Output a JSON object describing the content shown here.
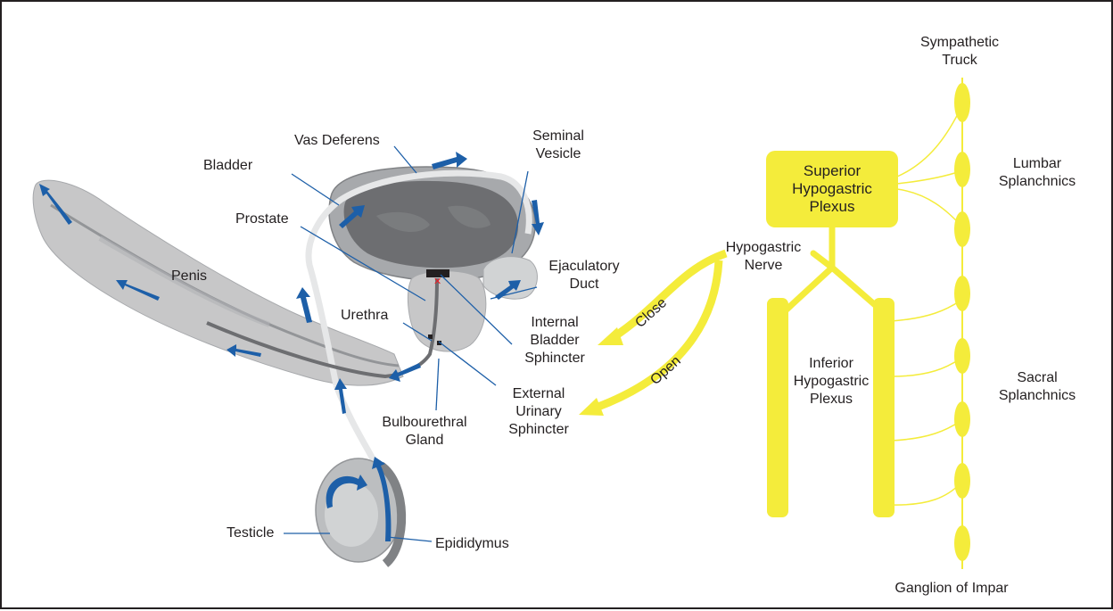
{
  "colors": {
    "accent_yellow": "#f4ec3b",
    "flow_blue": "#1d5fa8",
    "tissue_gray": "#c7c7c8",
    "dark_gray": "#6d6e71"
  },
  "anatomy": {
    "vas_deferens": "Vas Deferens",
    "bladder": "Bladder",
    "seminal_vesicle": [
      "Seminal",
      "Vesicle"
    ],
    "prostate": "Prostate",
    "ejaculatory_duct": [
      "Ejaculatory",
      "Duct"
    ],
    "penis": "Penis",
    "urethra": "Urethra",
    "internal_bladder_sphincter": [
      "Internal",
      "Bladder",
      "Sphincter"
    ],
    "external_urinary_sphincter": [
      "External",
      "Urinary",
      "Sphincter"
    ],
    "bulbourethral_gland": [
      "Bulbourethral",
      "Gland"
    ],
    "testicle": "Testicle",
    "epididymus": "Epididymus"
  },
  "nervous": {
    "sympathetic_truck": [
      "Sympathetic",
      "Truck"
    ],
    "lumbar_splanchnics": [
      "Lumbar",
      "Splanchnics"
    ],
    "superior_hypogastric_plexus": [
      "Superior",
      "Hypogastric",
      "Plexus"
    ],
    "hypogastric_nerve": [
      "Hypogastric",
      "Nerve"
    ],
    "inferior_hypogastric_plexus": [
      "Inferior",
      "Hypogastric",
      "Plexus"
    ],
    "sacral_splanchnics": [
      "Sacral",
      "Splanchnics"
    ],
    "ganglion_of_impar": "Ganglion of Impar",
    "close_label": "Close",
    "open_label": "Open"
  }
}
